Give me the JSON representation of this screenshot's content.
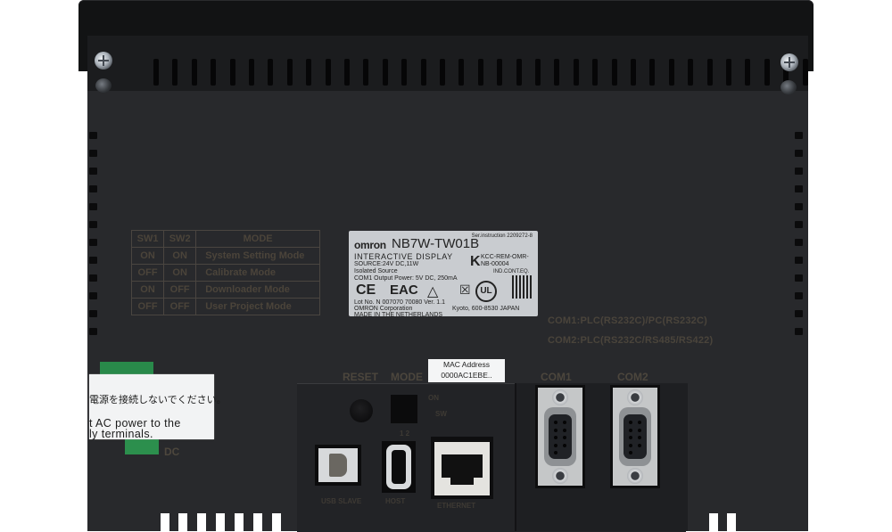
{
  "device": {
    "brand": "OMRON",
    "model": "NB7W-TW01B",
    "view": "rear panel"
  },
  "mode_table": {
    "headers": [
      "SW1",
      "SW2",
      "MODE"
    ],
    "rows": [
      {
        "sw1": "ON",
        "sw2": "ON",
        "mode": "System Setting Mode"
      },
      {
        "sw1": "OFF",
        "sw2": "ON",
        "mode": "Calibrate Mode"
      },
      {
        "sw1": "ON",
        "sw2": "OFF",
        "mode": "Downloader Mode"
      },
      {
        "sw1": "OFF",
        "sw2": "OFF",
        "mode": "User Project Mode"
      }
    ]
  },
  "rating_label": {
    "ser_instruction": "Ser.instruction 2209272-8",
    "brand": "omron",
    "model": "NB7W-TW01B",
    "product_type": "INTERACTIVE DISPLAY",
    "source": "SOURCE:24V DC,11W",
    "isolated": "Isolated Source",
    "com1_output": "COM1 Output Power: 5V DC, 250mA",
    "kcc": "KCC-REM-OMR-",
    "kcc2": "NB-00004",
    "ind_cont": "IND.CONT.EQ.",
    "marks": [
      "CE",
      "EAC",
      "RCM",
      "WEEE",
      "UL"
    ],
    "lot": "Lot No. N 007070 70080  Ver. 1.1",
    "corporation": "OMRON Corporation",
    "address": "Kyoto, 600-8530 JAPAN",
    "origin": "MADE IN THE NETHERLANDS"
  },
  "com_notes": [
    "COM1:PLC(RS232C)/PC(RS232C)",
    "COM2:PLC(RS232C/RS485/RS422)"
  ],
  "warning_sticker": {
    "line_jp": "電源を接続しないでください。",
    "line_en1": "t AC power to the",
    "line_en2": "ly terminals."
  },
  "mac_sticker": {
    "title": "MAC Address",
    "value": "0000AC1EBE.."
  },
  "ports": {
    "reset": "RESET",
    "mode": "MODE",
    "dip_on": "ON",
    "dip_sw": "SW",
    "dip_numbers": "1 2",
    "usb_slave": "USB SLAVE",
    "usb_host": "HOST",
    "ethernet": "ETHERNET",
    "com1": "COM1",
    "com2": "COM2",
    "power": "DC"
  },
  "colors": {
    "housing": "#28292c",
    "bezel": "#121314",
    "print": "#4b443a",
    "label_bg": "#c9ccd0",
    "terminal_green": "#29894a"
  }
}
